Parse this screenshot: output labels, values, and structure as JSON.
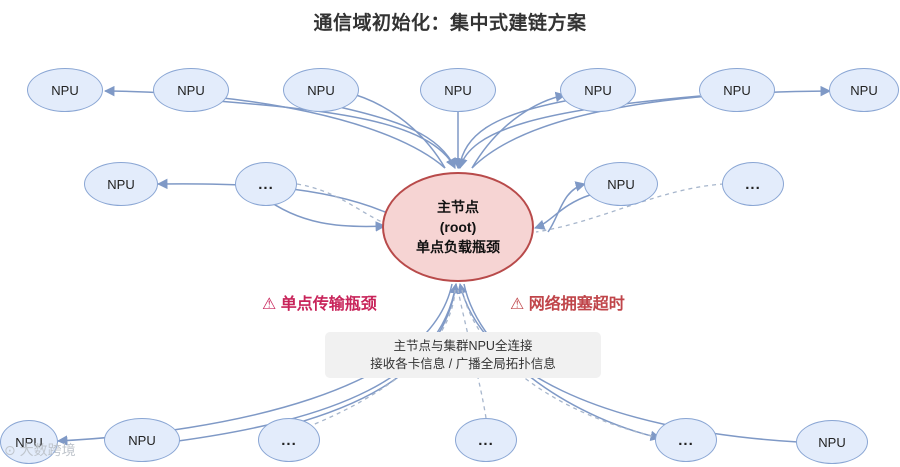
{
  "title": "通信域初始化：集中式建链方案",
  "root": {
    "line1": "主节点",
    "line2": "(root)",
    "line3": "单点负载瓶颈"
  },
  "nodes": {
    "npu": "NPU",
    "more": "..."
  },
  "warnings": {
    "left": "⚠ 单点传输瓶颈",
    "right": "⚠ 网络拥塞超时"
  },
  "info": {
    "line1": "主节点与集群NPU全连接",
    "line2": "接收各卡信息 / 广播全局拓扑信息"
  },
  "watermark": "大数跨境",
  "colors": {
    "npu_fill": "#e3ecfb",
    "npu_border": "#8aa6d4",
    "root_fill": "#f6d4d3",
    "root_border": "#b84a4a",
    "arrow": "#7f99c6",
    "warn_left": "#c8245a",
    "warn_right": "#c0454a"
  }
}
